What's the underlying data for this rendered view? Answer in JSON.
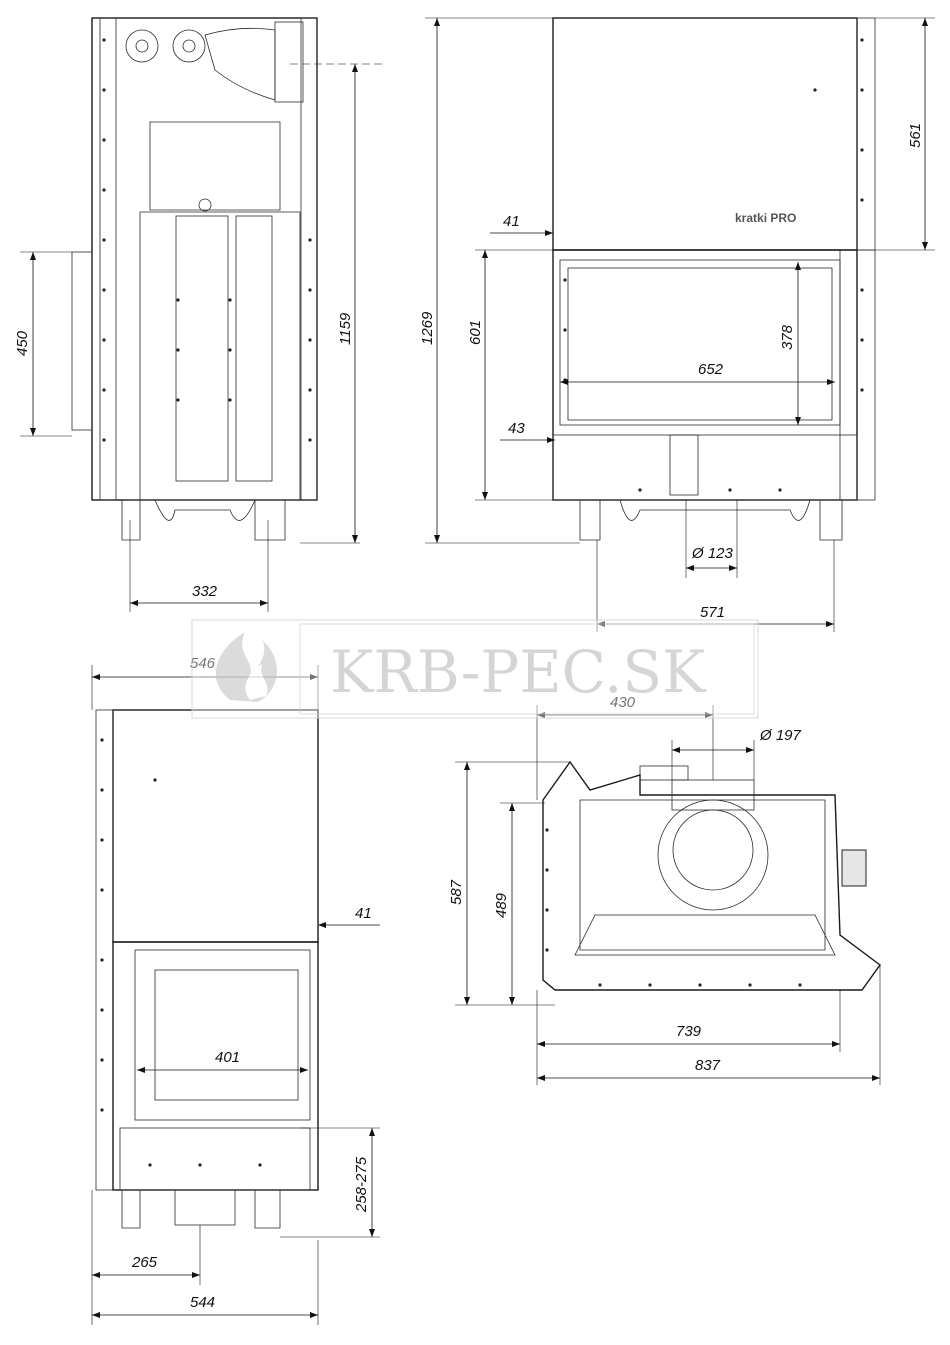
{
  "watermark": {
    "text": "KRB-PEC.SK",
    "logo": "flame-logo"
  },
  "brand": {
    "logo_text": "kratki PRO"
  },
  "views": {
    "front_left": {
      "dimensions": {
        "height_total": "1159",
        "door_height": "450",
        "foot_spacing": "332"
      }
    },
    "front_right": {
      "dimensions": {
        "height_total": "1269",
        "top_section": "561",
        "door_section": "601",
        "top_offset": "41",
        "bottom_offset": "43",
        "glass_width": "652",
        "glass_height": "378",
        "outlet_diameter": "Ø 123",
        "outlet_offset": "571"
      }
    },
    "side": {
      "dimensions": {
        "width_top": "546",
        "door_offset": "41",
        "glass_width": "401",
        "bottom_height": "258-275",
        "foot_offset": "265",
        "width_bottom": "544"
      }
    },
    "top": {
      "dimensions": {
        "flue_offset": "430",
        "flue_diameter": "Ø 197",
        "depth_total": "587",
        "depth_inner": "489",
        "width_inner": "739",
        "width_total": "837"
      }
    }
  }
}
